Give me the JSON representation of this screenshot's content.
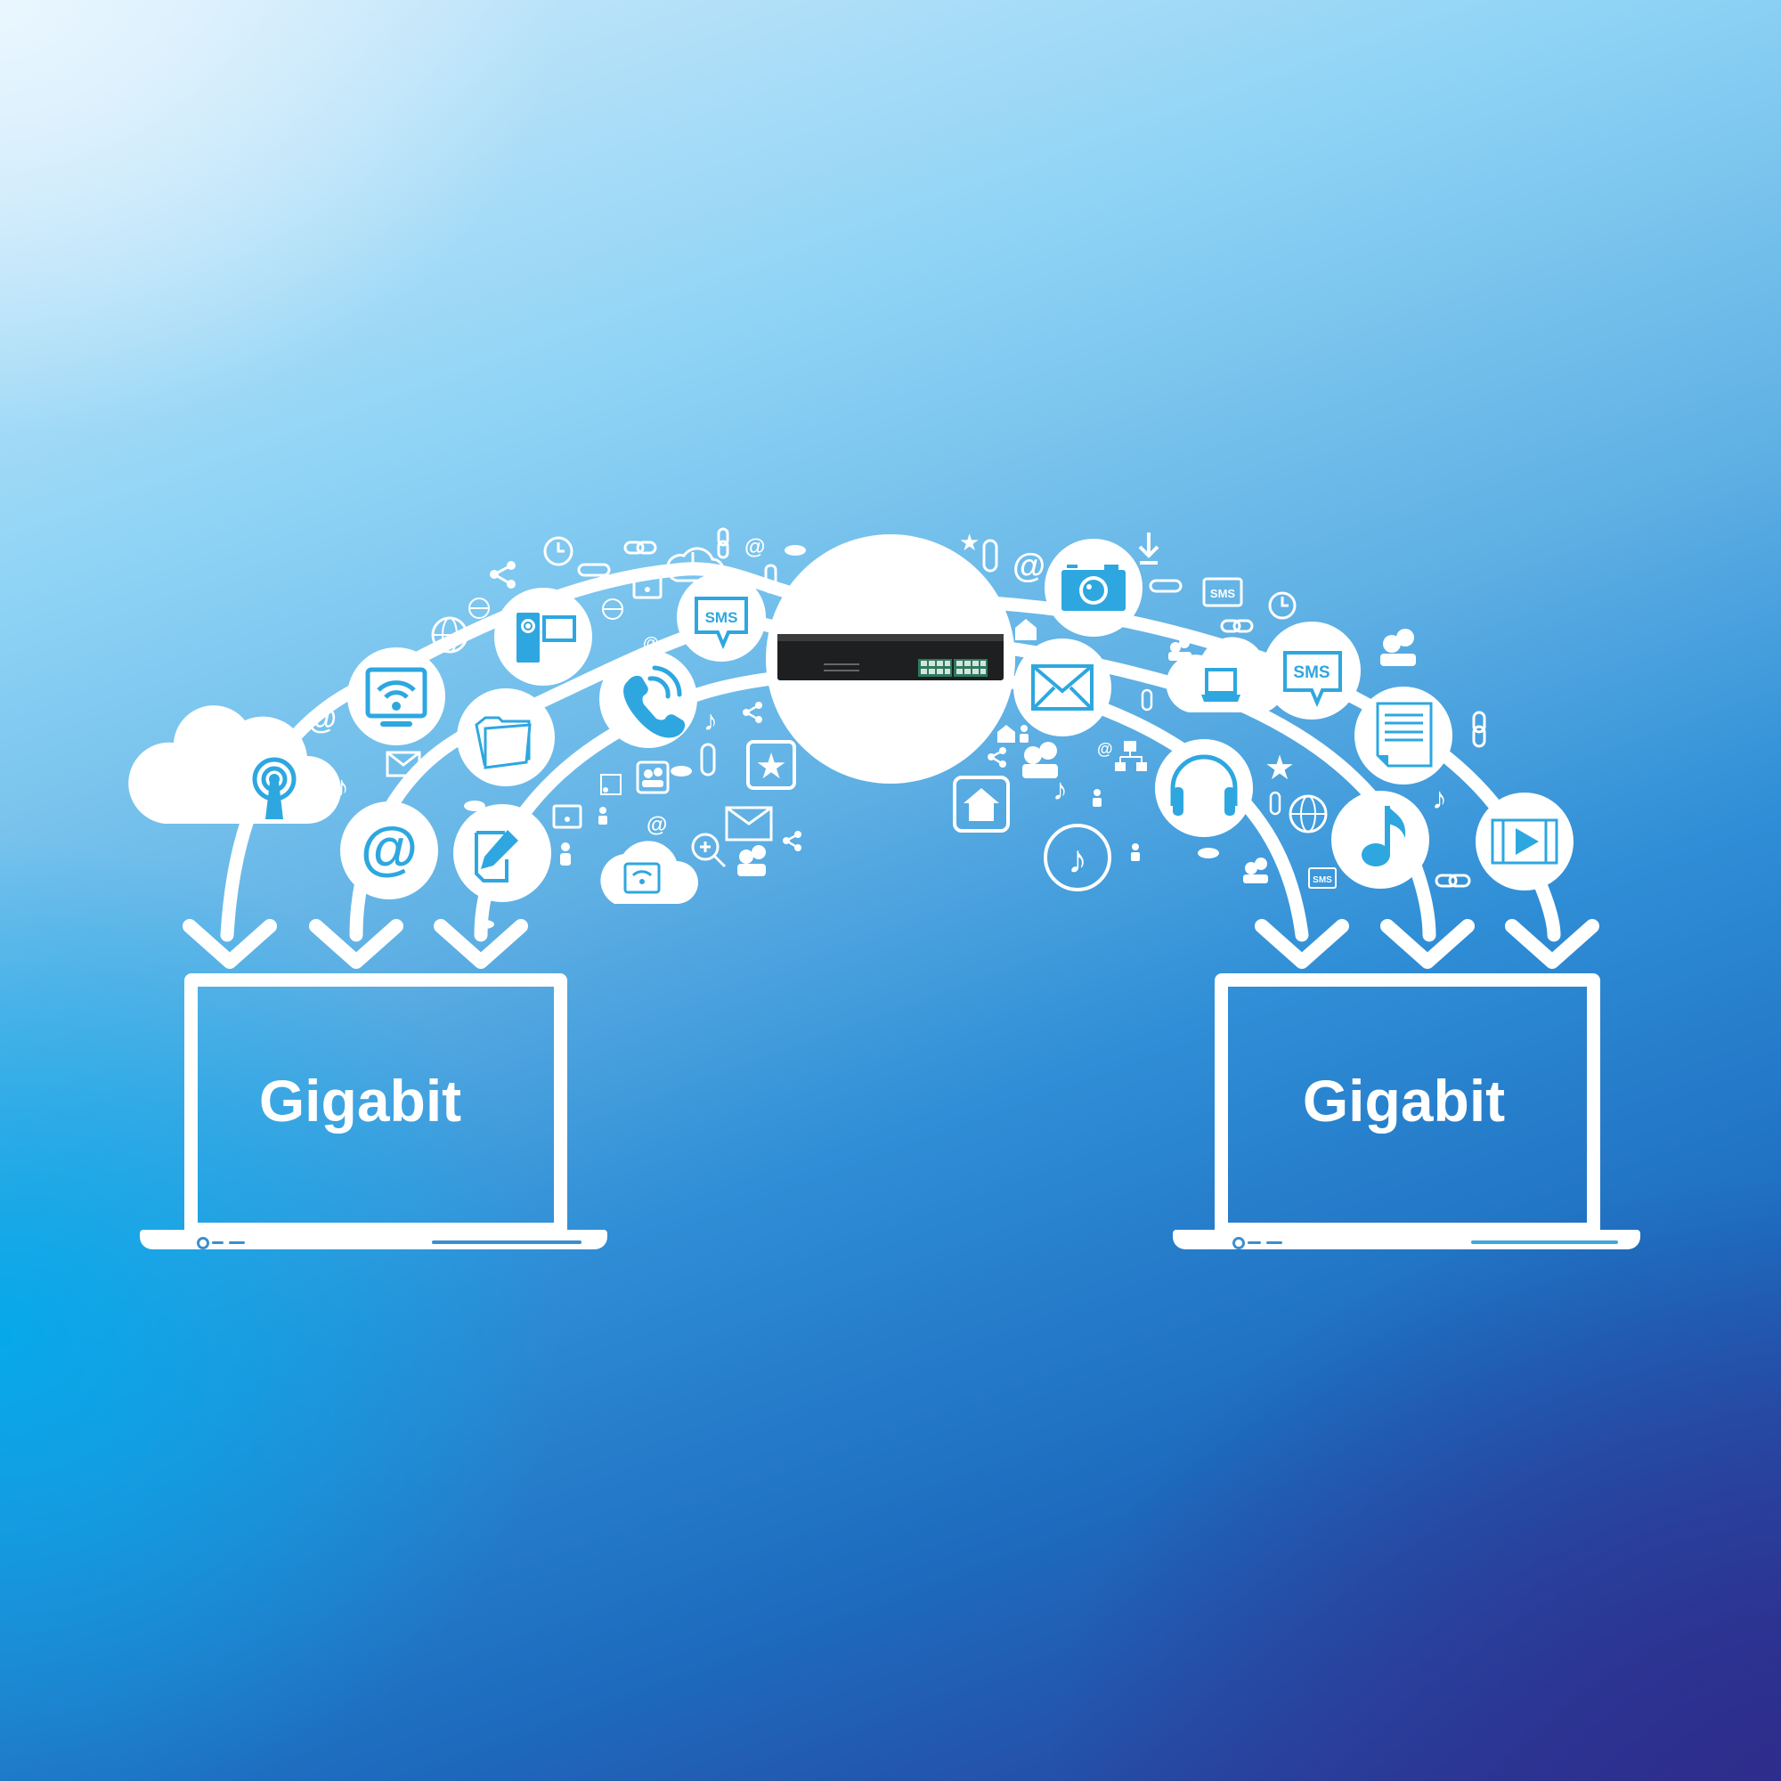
{
  "scene": {
    "title": "Gigabit network switch data transfer illustration",
    "colors": {
      "background_top_left": "#dff2fd",
      "background_top_right": "#8ed5f6",
      "background_bottom_left": "#00a9ec",
      "background_bottom_right": "#2d3391",
      "icon_blue": "#2ea7e0",
      "white": "#ffffff"
    }
  },
  "laptops": [
    {
      "id": "left",
      "screen_label": "Gigabit"
    },
    {
      "id": "right",
      "screen_label": "Gigabit"
    }
  ],
  "center_device": {
    "name": "network-switch",
    "port_count": 16,
    "port_color": "#2e7a5e"
  },
  "arc_icons": {
    "left": [
      "cloud-antenna",
      "wifi-monitor",
      "video-camera",
      "sms-bubble",
      "at-sign",
      "folder",
      "phone",
      "note-edit"
    ],
    "right": [
      "camera",
      "envelope",
      "sms-bubble",
      "laptop-cloud",
      "document",
      "headphones",
      "music-note",
      "video-play"
    ]
  },
  "arrows": {
    "left_count": 3,
    "right_count": 3
  },
  "scattered_icons": [
    "at-sign",
    "music-note",
    "envelope",
    "globe",
    "share",
    "clock",
    "paperclip",
    "link",
    "download",
    "wifi-monitor",
    "star",
    "home",
    "users",
    "rss",
    "zoom-in",
    "sitemap",
    "sms",
    "user",
    "cloud"
  ]
}
